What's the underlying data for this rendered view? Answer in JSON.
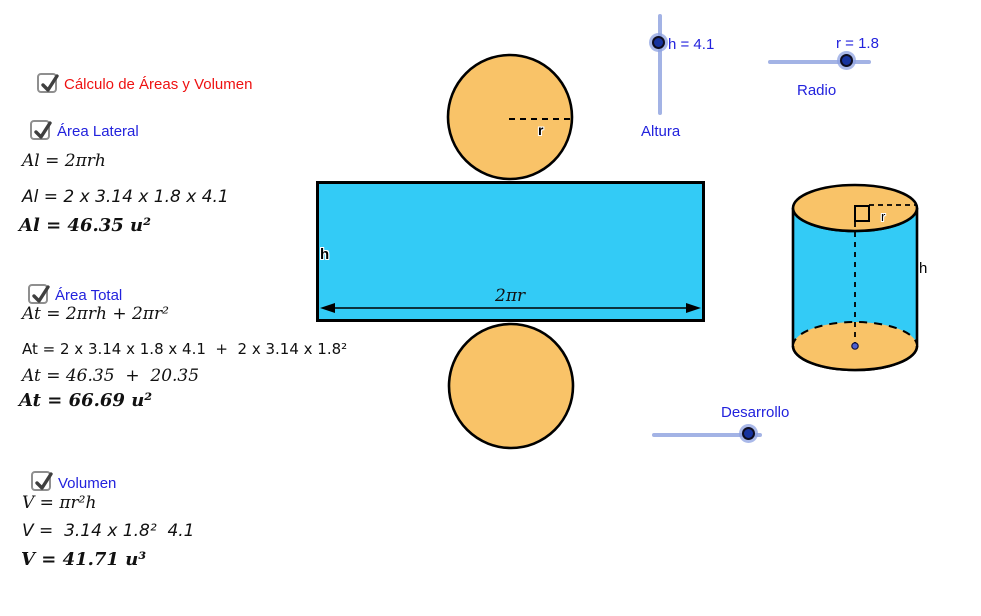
{
  "app": {
    "background": "#ffffff"
  },
  "colors": {
    "cyan": "#33CBF6",
    "orange": "#F9C368",
    "label_blue": "#2222DD",
    "title_red": "#EE1111",
    "slider_track": "#A3B3E5",
    "slider_knob": "#16339E",
    "point_blue": "#4D5FD0"
  },
  "sections": {
    "title": {
      "checkbox_checked": true,
      "label": "Cálculo de Áreas y Volumen"
    },
    "area_lateral": {
      "checkbox_checked": true,
      "label": "Área Lateral",
      "formula": "Al = 2πrh",
      "substitution": "Al = 2 x 3.14 x 1.8 x 4.1",
      "result": "Al = 46.35 u²"
    },
    "area_total": {
      "checkbox_checked": true,
      "label": "Área Total",
      "formula": "At = 2πrh + 2πr²",
      "substitution": "At = 2 x 3.14 x 1.8 x 4.1  +  2 x 3.14 x 1.8²",
      "partial": "At = 46.35  +  20.35",
      "result": "At = 66.69 u²"
    },
    "volumen": {
      "checkbox_checked": true,
      "label": "Volumen",
      "formula": "V = πr²h",
      "substitution": "V =  3.14 x 1.8²  4.1",
      "result": "V = 41.71 u³"
    }
  },
  "sliders": {
    "altura": {
      "value": "h = 4.1",
      "label": "Altura"
    },
    "radio": {
      "value": "r = 1.8",
      "label": "Radio"
    },
    "desarrollo": {
      "label": "Desarrollo"
    }
  },
  "net": {
    "height_label": "h",
    "radius_label": "r",
    "circumference_label": "2πr"
  },
  "cylinder": {
    "radius_label": "r",
    "height_label": "h"
  }
}
